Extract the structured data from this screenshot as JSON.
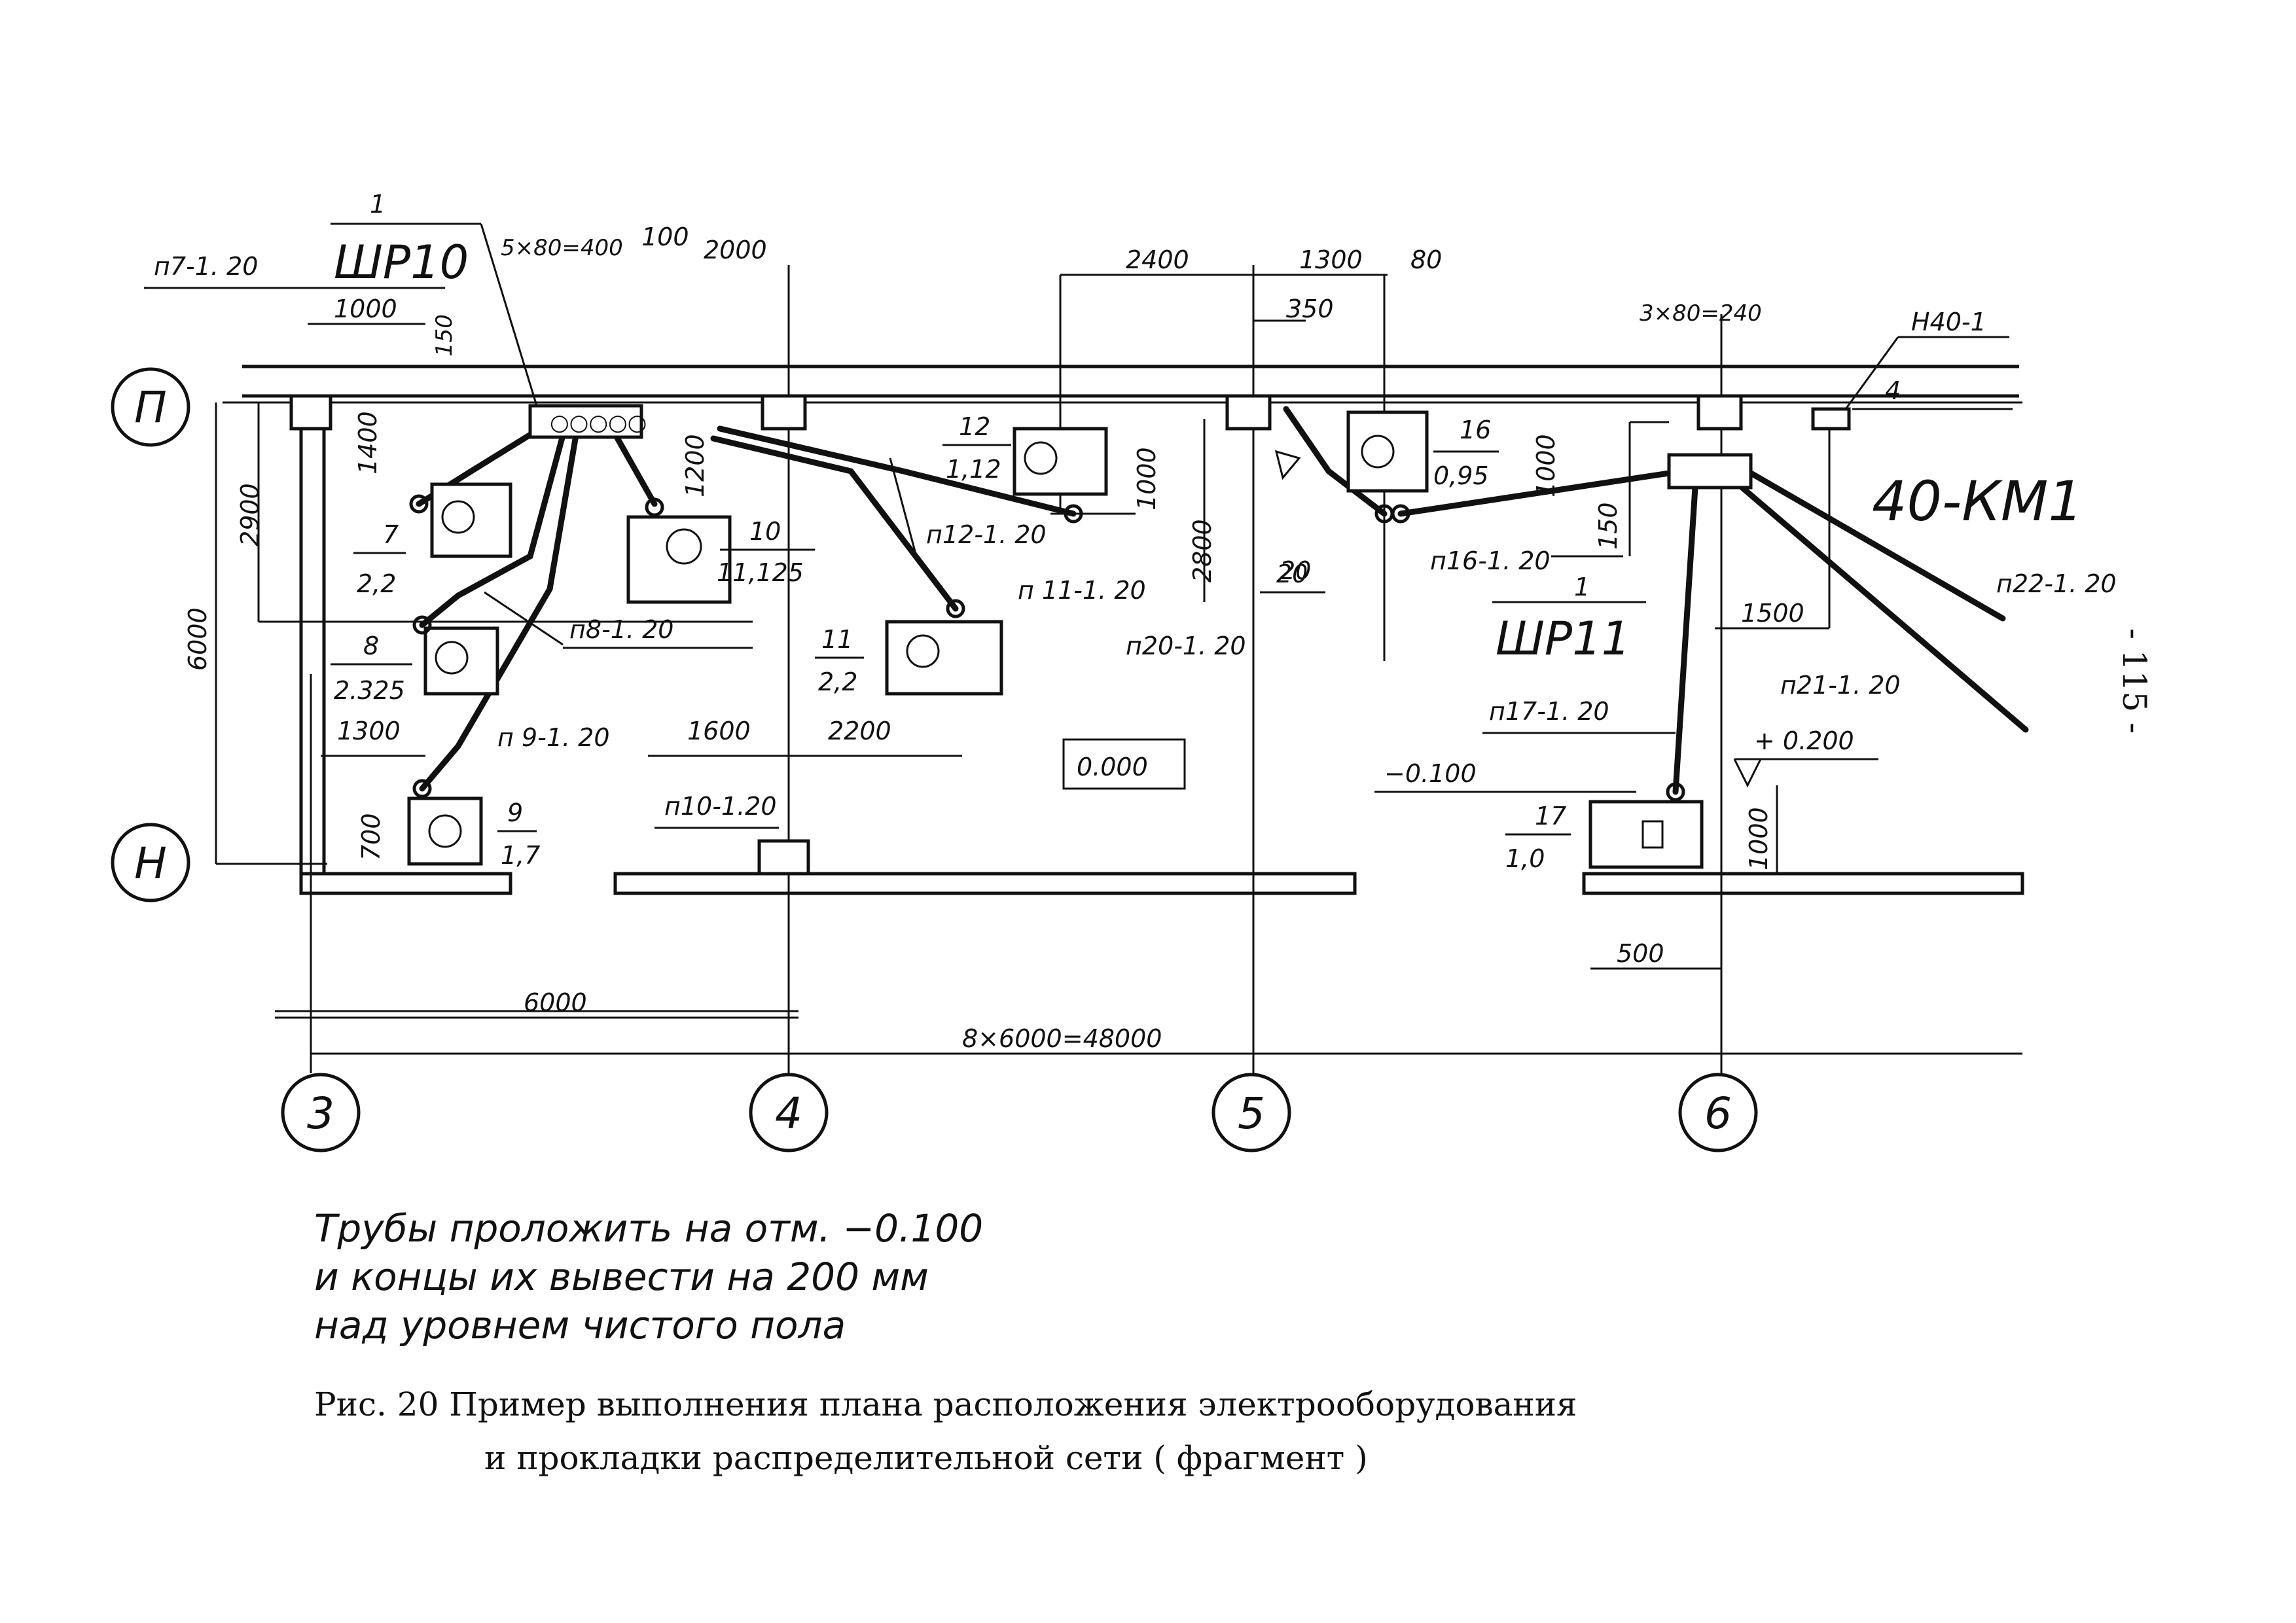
{
  "page_number": "- 115 -",
  "axes": {
    "rows": [
      "П",
      "Н"
    ],
    "columns": [
      "3",
      "4",
      "5",
      "6"
    ]
  },
  "panels": {
    "shp10": {
      "num": "1",
      "name": "ШР10"
    },
    "shp11": {
      "num": "1",
      "name": "ШР11"
    },
    "km": {
      "num": "4",
      "name": "40-КМ1"
    },
    "h40": "Н40-1"
  },
  "equipment": [
    {
      "num": "7",
      "power": "2,2"
    },
    {
      "num": "8",
      "power": "2.325"
    },
    {
      "num": "9",
      "power": "1,7"
    },
    {
      "num": "10",
      "power": "11,125"
    },
    {
      "num": "11",
      "power": "2,2"
    },
    {
      "num": "12",
      "power": "1,12"
    },
    {
      "num": "16",
      "power": "0,95"
    },
    {
      "num": "17",
      "power": "1,0"
    },
    {
      "num": "20",
      "power": ""
    }
  ],
  "lines": {
    "p7": "п7-1. 20",
    "p8": "п8-1.  20",
    "p9": "п 9-1. 20",
    "p10": "п10-1.20",
    "p11": "п 11-1. 20",
    "p12": "п12-1. 20",
    "p16": "п16-1. 20",
    "p17": "п17-1. 20",
    "p20": "п20-1.     20",
    "p21": "п21-1. 20",
    "p22": "п22-1. 20"
  },
  "dimensions": {
    "d1000a": "1000",
    "d150a": "150",
    "d5x80": "5×80=400",
    "d100": "100",
    "d2000": "2000",
    "d1400": "1400",
    "d1200": "1200",
    "d2900": "2900",
    "d6000v": "6000",
    "d1300a": "1300",
    "d700": "700",
    "d1600": "1600",
    "d2200": "2200",
    "d2400": "2400",
    "d1300b": "1300",
    "d80": "80",
    "d350": "350",
    "d1000b": "1000",
    "d2800": "2800",
    "d20": "20",
    "d1000c": "1000",
    "d150b": "150",
    "d3x80": "3×80=240",
    "d1500": "1500",
    "d1000d": "1000",
    "d500": "500",
    "d6000h": "6000",
    "d8x6000": "8×6000=48000"
  },
  "levels": {
    "zero": "0.000",
    "minus": "−0.100",
    "plus": "+ 0.200"
  },
  "note": [
    "Трубы  проложить на отм. −0.100",
    "и  концы их вывести на 200 мм",
    "над уровнем  чистого пола"
  ],
  "caption": [
    "Рис. 20  Пример выполнения плана расположения электрооборудования",
    "и прокладки распределительной сети ( фрагмент )"
  ]
}
